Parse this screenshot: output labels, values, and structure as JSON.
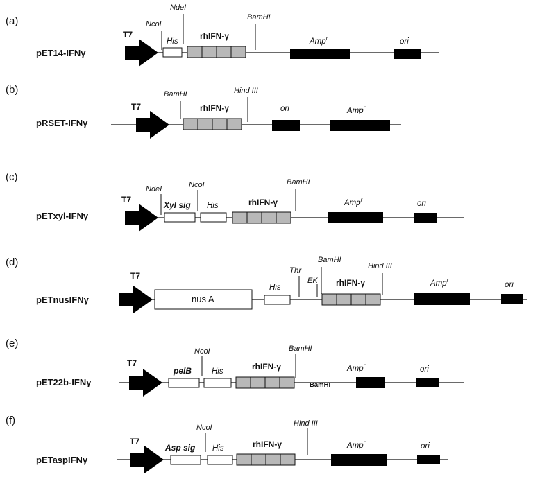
{
  "colors": {
    "ink": "#111111",
    "black_element": "#000000",
    "gene_fill": "#b8b8b8",
    "open_box": "#ffffff"
  },
  "constructs": [
    {
      "panel": "(a)",
      "name": "pET14-IFN",
      "gamma": "γ",
      "promoter": "T7",
      "his": "His",
      "gene": "rhIFN-γ",
      "amp": "Amp",
      "amp_sup": "r",
      "ori": "ori",
      "sites": [
        "NcoI",
        "NdeI",
        "BamHI"
      ]
    },
    {
      "panel": "(b)",
      "name": "pRSET-IFN",
      "gamma": "γ",
      "promoter": "T7",
      "gene": "rhIFN-γ",
      "amp": "Amp",
      "amp_sup": "r",
      "ori": "ori",
      "sites": [
        "BamHI",
        "Hind III"
      ]
    },
    {
      "panel": "(c)",
      "name": "pETxyl-IFN",
      "gamma": "γ",
      "promoter": "T7",
      "signal": "Xyl sig",
      "his": "His",
      "gene": "rhIFN-γ",
      "amp": "Amp",
      "amp_sup": "r",
      "ori": "ori",
      "sites": [
        "NdeI",
        "NcoI",
        "BamHI"
      ]
    },
    {
      "panel": "(d)",
      "name": "pETnusIFN",
      "gamma": "γ",
      "promoter": "T7",
      "fusion": "nus A",
      "his": "His",
      "thr": "Thr",
      "ek": "EK",
      "gene": "rhIFN-γ",
      "amp": "Amp",
      "amp_sup": "r",
      "ori": "ori",
      "sites": [
        "BamHI",
        "Hind III"
      ]
    },
    {
      "panel": "(e)",
      "name": "pET22b-IFN",
      "gamma": "γ",
      "promoter": "T7",
      "signal": "pelB",
      "his": "His",
      "gene": "rhIFN-γ",
      "amp": "Amp",
      "amp_sup": "r",
      "ori": "ori",
      "sites": [
        "NcoI",
        "BamHI"
      ],
      "extra_site": "BamHI"
    },
    {
      "panel": "(f)",
      "name": "pETaspIFN",
      "gamma": "γ",
      "promoter": "T7",
      "signal": "Asp sig",
      "his": "His",
      "gene": "rhIFN-γ",
      "amp": "Amp",
      "amp_sup": "r",
      "ori": "ori",
      "sites": [
        "NcoI",
        "Hind III"
      ]
    }
  ]
}
